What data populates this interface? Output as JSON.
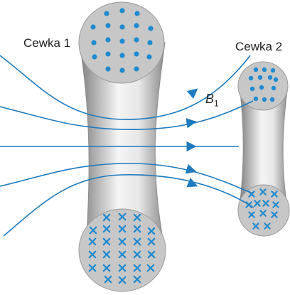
{
  "coil_1": {
    "label": "Cewka 1"
  },
  "coil_2": {
    "label": "Cewka 2"
  },
  "field_label": {
    "symbol": "B",
    "subscript": "1"
  },
  "colors": {
    "field_line": "#1f7bbf",
    "dot": "#1f8ad0",
    "cross": "#1f8ad0",
    "coil_face": "#c7c7c7",
    "coil_edge": "#8a8a8a",
    "coil_body_dark": "#8e8e8e",
    "coil_body_light": "#f2f2f2"
  },
  "icons": {
    "current_out": "dot-icon",
    "current_in": "cross-icon"
  }
}
